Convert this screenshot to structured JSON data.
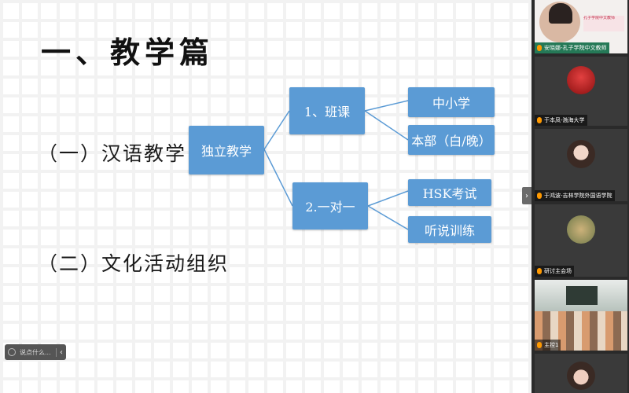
{
  "slide": {
    "title": "一、教学篇",
    "section1": "（一）汉语教学",
    "section2": "（二）文化活动组织",
    "diagram": {
      "root": "独立教学",
      "branch1": "1、班课",
      "branch2": "2.一对一",
      "leaf1": "中小学",
      "leaf2": "本部（白/晚）",
      "leaf3": "HSK考试",
      "leaf4": "听说训练"
    },
    "colors": {
      "box": "#5b9bd5",
      "connector": "#5b9bd5"
    }
  },
  "chat_pill": {
    "text": "说点什么...",
    "chevron": "‹"
  },
  "panel_toggle": "›",
  "participants": [
    {
      "name": "安晓娜-孔子学院中文教师",
      "banner": "孔子学院中文教师"
    },
    {
      "name": "于本凤-渤海大学"
    },
    {
      "name": "于鸿波-吉林学院外国语学院"
    },
    {
      "name": "研讨主会场"
    },
    {
      "name": "主控1"
    },
    {
      "name": ""
    }
  ]
}
